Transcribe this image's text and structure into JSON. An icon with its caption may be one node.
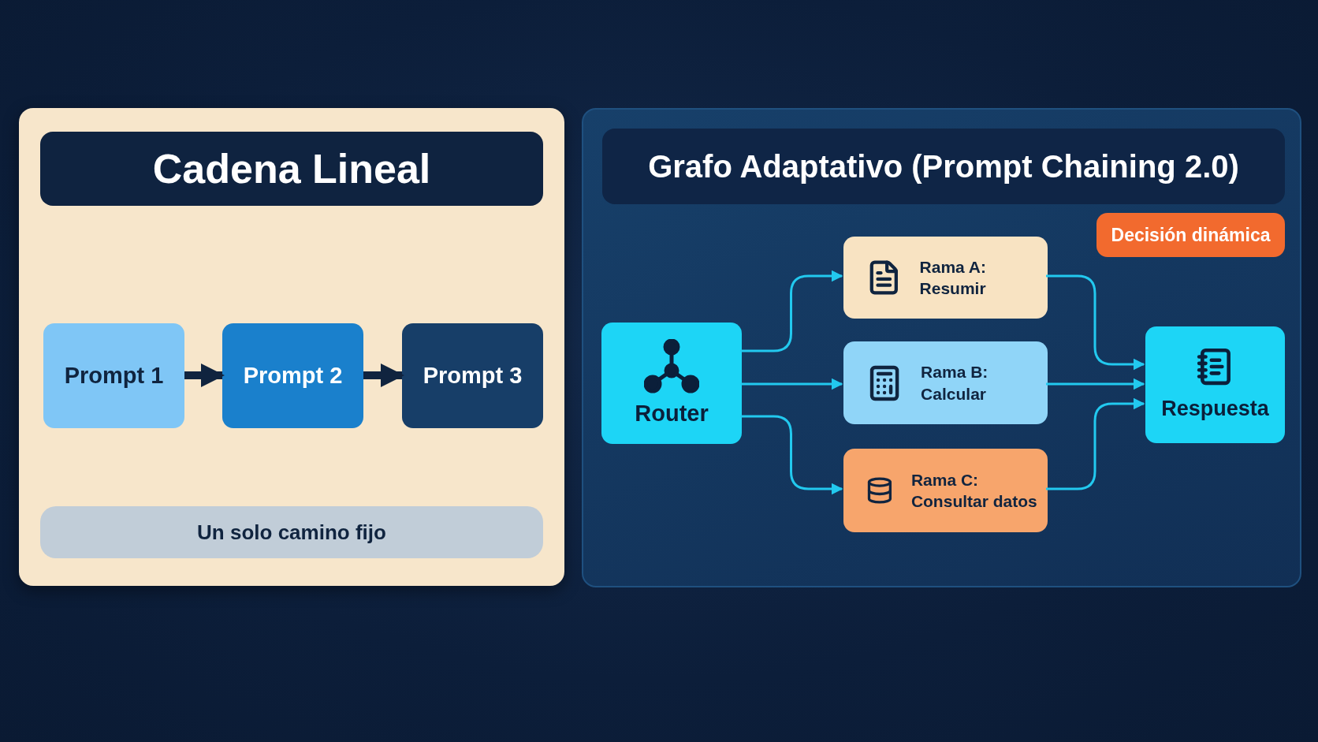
{
  "diagram": {
    "nodes": [
      {
        "text": [],
        "shape": "box"
      },
      {
        "text": [
          "Cadena Lineal"
        ],
        "in": 0
      },
      {
        "text": [
          "Prompt 1"
        ],
        "in": 0
      },
      {
        "text": [
          "Prompt 2"
        ],
        "in": 0
      },
      {
        "text": [
          "Prompt 3"
        ],
        "in": 0
      },
      {
        "text": [
          "Un solo camino fijo"
        ],
        "in": 0
      },
      {
        "text": [],
        "shape": "box"
      },
      {
        "text": [
          "Grafo Adaptativo (Prompt Chaining 2.0)"
        ],
        "in": 6
      },
      {
        "text": [
          "Decisión dinámica"
        ],
        "in": 6
      },
      {
        "text": [
          "Router"
        ],
        "in": 6
      },
      {
        "text": [
          "Rama A: Resumir"
        ],
        "in": 6
      },
      {
        "text": [
          "Rama B: Calcular"
        ],
        "in": 6
      },
      {
        "text": [
          "Rama C: Consultar datos"
        ],
        "in": 6
      },
      {
        "text": [
          "Respuesta"
        ],
        "in": 6
      }
    ],
    "edges": [
      {
        "from": 2,
        "to": 3,
        "arrow": "to",
        "style": "thick",
        "color": "#10243f"
      },
      {
        "from": 3,
        "to": 4,
        "arrow": "to",
        "style": "thick",
        "color": "#10243f"
      },
      {
        "from": 9,
        "to": 10,
        "arrow": "to"
      },
      {
        "from": 9,
        "to": 11,
        "arrow": "to"
      },
      {
        "from": 9,
        "to": 12,
        "arrow": "to"
      },
      {
        "from": 10,
        "to": 13,
        "arrow": "to"
      },
      {
        "from": 11,
        "to": 13,
        "arrow": "to"
      },
      {
        "from": 12,
        "to": 13,
        "arrow": "to"
      }
    ]
  }
}
